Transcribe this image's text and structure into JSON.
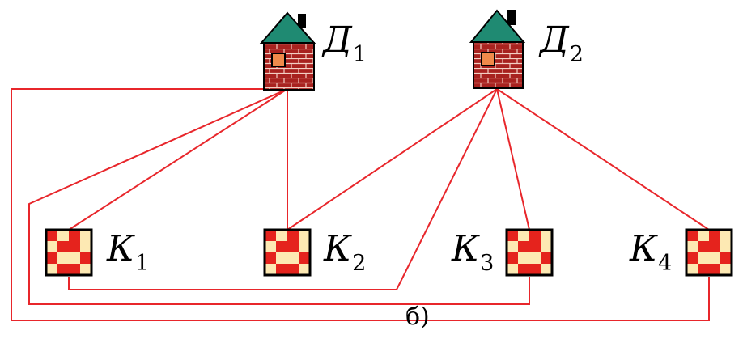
{
  "houses": [
    {
      "id": "d1",
      "letter": "Д",
      "index": "1"
    },
    {
      "id": "d2",
      "letter": "Д",
      "index": "2"
    }
  ],
  "wells": [
    {
      "id": "k1",
      "letter": "К",
      "index": "1"
    },
    {
      "id": "k2",
      "letter": "К",
      "index": "2"
    },
    {
      "id": "k3",
      "letter": "К",
      "index": "3"
    },
    {
      "id": "k4",
      "letter": "К",
      "index": "4"
    }
  ],
  "caption": "б)",
  "colors": {
    "line": "#e8262b",
    "roof": "#1f8a72",
    "brick": "#a8221f",
    "mortar": "#f3cfc3",
    "window": "#f08a4b",
    "tile_red": "#e5231d",
    "tile_cream": "#fde9b3"
  }
}
